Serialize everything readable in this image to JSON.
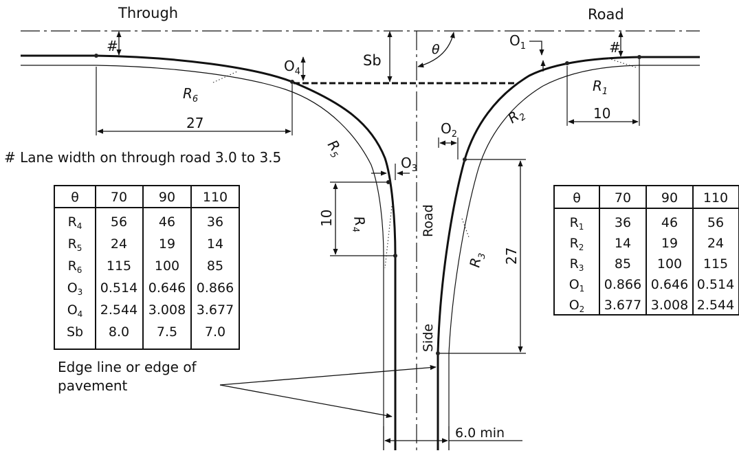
{
  "labels": {
    "through": "Through",
    "road_top": "Road",
    "road_side": "Road",
    "side": "Side",
    "sb": "Sb",
    "theta": "θ",
    "hash": "#",
    "o1": "O",
    "o1_sub": "1",
    "o2": "O",
    "o2_sub": "2",
    "o3": "O",
    "o3_sub": "3",
    "o4": "O",
    "o4_sub": "4",
    "r1": "R",
    "r1_sub": "1",
    "r2": "R",
    "r2_sub": "2",
    "r3": "R",
    "r3_sub": "3",
    "r4": "R",
    "r4_sub": "4",
    "r5": "R",
    "r5_sub": "5",
    "r6": "R",
    "r6_sub": "6",
    "dim_27_left": "27",
    "dim_10_right": "10",
    "dim_10_left": "10",
    "dim_27_right": "27",
    "six_min": "6.0  min",
    "lane_note": "# Lane width on through road 3.0 to 3.5",
    "edge_note_1": "Edge line or edge of",
    "edge_note_2": "pavement"
  },
  "left_table": {
    "header": [
      "θ",
      "70",
      "90",
      "110"
    ],
    "rows": [
      {
        "label": "R",
        "sub": "4",
        "values": [
          "56",
          "46",
          "36"
        ]
      },
      {
        "label": "R",
        "sub": "5",
        "values": [
          "24",
          "19",
          "14"
        ]
      },
      {
        "label": "R",
        "sub": "6",
        "values": [
          "115",
          "100",
          "85"
        ]
      },
      {
        "label": "O",
        "sub": "3",
        "values": [
          "0.514",
          "0.646",
          "0.866"
        ]
      },
      {
        "label": "O",
        "sub": "4",
        "values": [
          "2.544",
          "3.008",
          "3.677"
        ]
      },
      {
        "label": "Sb",
        "sub": "",
        "values": [
          "8.0",
          "7.5",
          "7.0"
        ]
      }
    ]
  },
  "right_table": {
    "header": [
      "θ",
      "70",
      "90",
      "110"
    ],
    "rows": [
      {
        "label": "R",
        "sub": "1",
        "values": [
          "36",
          "46",
          "56"
        ]
      },
      {
        "label": "R",
        "sub": "2",
        "values": [
          "14",
          "19",
          "24"
        ]
      },
      {
        "label": "R",
        "sub": "3",
        "values": [
          "85",
          "100",
          "115"
        ]
      },
      {
        "label": "O",
        "sub": "1",
        "values": [
          "0.866",
          "0.646",
          "0.514"
        ]
      },
      {
        "label": "O",
        "sub": "2",
        "values": [
          "3.677",
          "3.008",
          "2.544"
        ]
      }
    ]
  }
}
